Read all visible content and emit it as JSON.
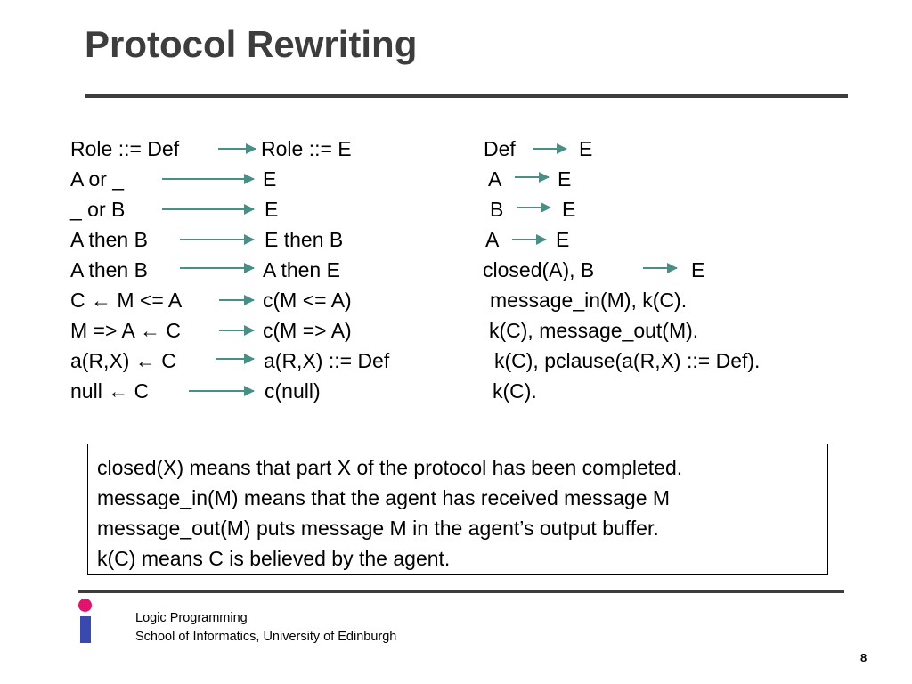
{
  "title": "Protocol Rewriting",
  "rules": [
    {
      "left": "Role ::= Def",
      "middle": "Role ::= E",
      "right": [
        "Def",
        "E"
      ]
    },
    {
      "left": "A or _",
      "middle": "E",
      "right": [
        "A",
        "E"
      ]
    },
    {
      "left": "_ or B",
      "middle": "E",
      "right": [
        "B",
        "E"
      ]
    },
    {
      "left": "A then B",
      "middle": "E then B",
      "right": [
        "A",
        "E"
      ]
    },
    {
      "left": "A then B",
      "middle": "A then E",
      "right": [
        "closed(A),   B",
        "E"
      ]
    },
    {
      "left": "C ← M <= A",
      "middle": "c(M <= A)",
      "right": [
        "message_in(M),  k(C)."
      ]
    },
    {
      "left": "M => A ← C",
      "middle": "c(M => A)",
      "right": [
        "k(C), message_out(M)."
      ]
    },
    {
      "left": "a(R,X) ← C",
      "middle": "a(R,X) ::= Def",
      "right": [
        "k(C), pclause(a(R,X) ::= Def)."
      ]
    },
    {
      "left": "null ← C",
      "middle": "c(null)",
      "right": [
        "k(C)."
      ]
    }
  ],
  "definitions": [
    "closed(X) means that part X of the protocol has been completed.",
    "message_in(M) means that the agent has received message M",
    "message_out(M) puts message M in the agent’s output buffer.",
    "k(C) means C is believed by the agent."
  ],
  "footer": {
    "line1": "Logic Programming",
    "line2": "School of Informatics, University of Edinburgh"
  },
  "page_number": "8",
  "colors": {
    "title": "#3d3d3d",
    "arrow": "#4a8f86",
    "logo_dot": "#e0146c",
    "logo_bar": "#3a49b0"
  }
}
